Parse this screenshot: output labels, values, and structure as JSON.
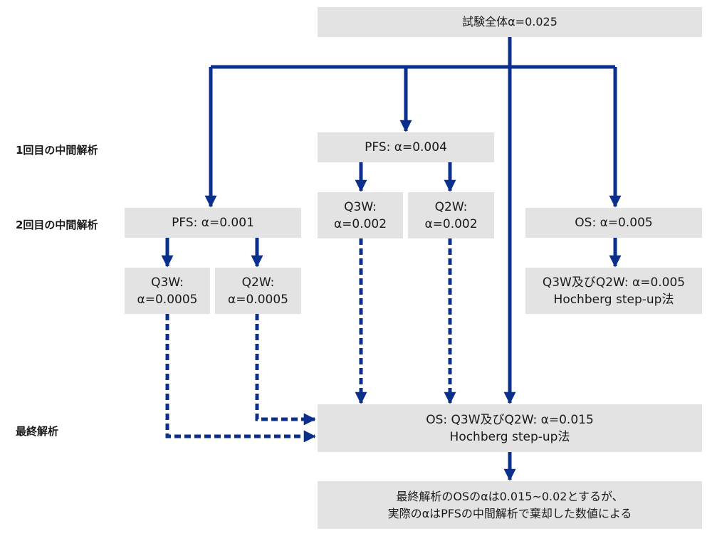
{
  "labels": {
    "first_interim": "1回目の中間解析",
    "second_interim": "2回目の中間解析",
    "final": "最終解析"
  },
  "boxes": {
    "total": "試験全体α=0.025",
    "pfs_first": "PFS: α=0.004",
    "first_q3w": [
      "Q3W:",
      "α=0.002"
    ],
    "first_q2w": [
      "Q2W:",
      "α=0.002"
    ],
    "pfs_second": "PFS: α=0.001",
    "second_q3w": [
      "Q3W:",
      "α=0.0005"
    ],
    "second_q2w": [
      "Q2W:",
      "α=0.0005"
    ],
    "os_interim": "OS: α=0.005",
    "os_hochberg": [
      "Q3W及びQ2W: α=0.005",
      "Hochberg step-up法"
    ],
    "final_os": [
      "OS: Q3W及びQ2W: α=0.015",
      "Hochberg step-up法"
    ],
    "note": [
      "最終解析のOSのαは0.015~0.02とするが、",
      "実際のαはPFSの中間解析で棄却した数値による"
    ]
  },
  "colors": {
    "arrow": "#0a2f8c",
    "box_fill": "#e3e3e3"
  }
}
